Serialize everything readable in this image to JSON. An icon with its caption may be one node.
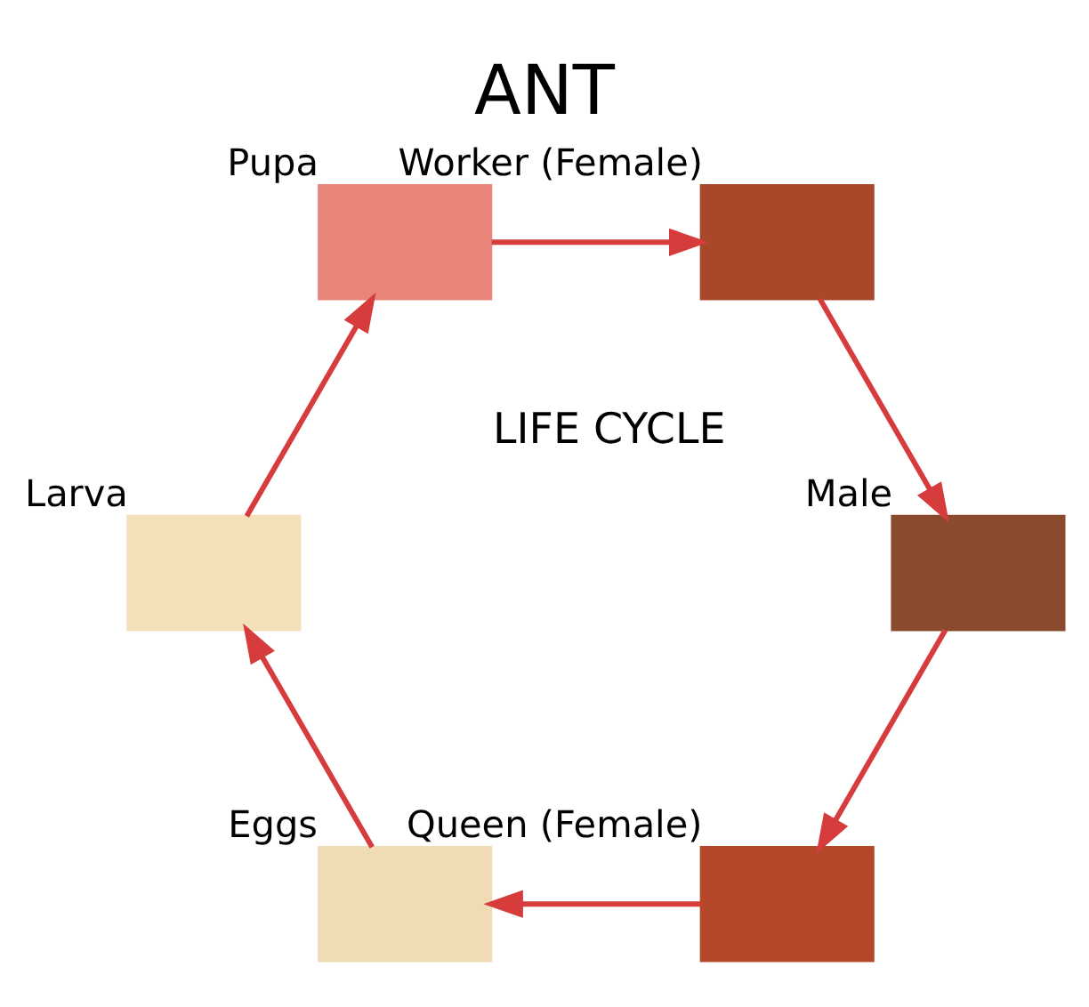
{
  "diagram": {
    "title": "ANT",
    "nodes": [
      {
        "text": [],
        "shape": "box",
        "beside": [
          "Queen (Female)"
        ]
      },
      {
        "text": [],
        "shape": "box",
        "beside": [
          "Eggs"
        ]
      },
      {
        "text": [],
        "shape": "box",
        "beside": [
          "Larva"
        ]
      },
      {
        "text": [],
        "shape": "box",
        "beside": [
          "Pupa"
        ]
      },
      {
        "text": [],
        "shape": "box",
        "beside": [
          "Worker (Female)"
        ]
      },
      {
        "text": [],
        "shape": "box",
        "beside": [
          "Male"
        ]
      }
    ],
    "edges": [
      {
        "from": 0,
        "to": 1,
        "arrow": "to"
      },
      {
        "from": 1,
        "to": 2,
        "arrow": "to"
      },
      {
        "from": 2,
        "to": 3,
        "arrow": "to"
      },
      {
        "from": 3,
        "to": 4,
        "arrow": "to"
      },
      {
        "from": 4,
        "to": 5,
        "arrow": "to"
      },
      {
        "from": 5,
        "to": 0,
        "arrow": "to"
      }
    ],
    "labels": [
      "LIFE CYCLE"
    ]
  }
}
